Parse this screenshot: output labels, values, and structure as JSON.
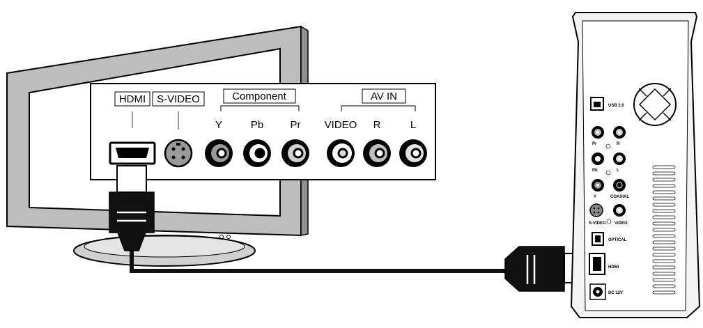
{
  "tv_panel": {
    "hdmi": "HDMI",
    "svideo": "S-VIDEO",
    "component": "Component",
    "y": "Y",
    "pb": "Pb",
    "pr": "Pr",
    "av_in": "AV IN",
    "video": "VIDEO",
    "r": "R",
    "l": "L"
  },
  "player_panel": {
    "usb": "USB 2.0",
    "pr": "Pr",
    "r": "R",
    "pb": "Pb",
    "l": "L",
    "y": "Y",
    "coaxial": "COAXIAL",
    "svideo": "S-VIDEO",
    "video": "VIDEO",
    "optical": "OPTICAL",
    "hdmi": "HDMI",
    "dc": "DC 12V"
  },
  "colors": {
    "tv_frame": "#b9b9b9",
    "outline": "#000000",
    "cable": "#111111"
  }
}
